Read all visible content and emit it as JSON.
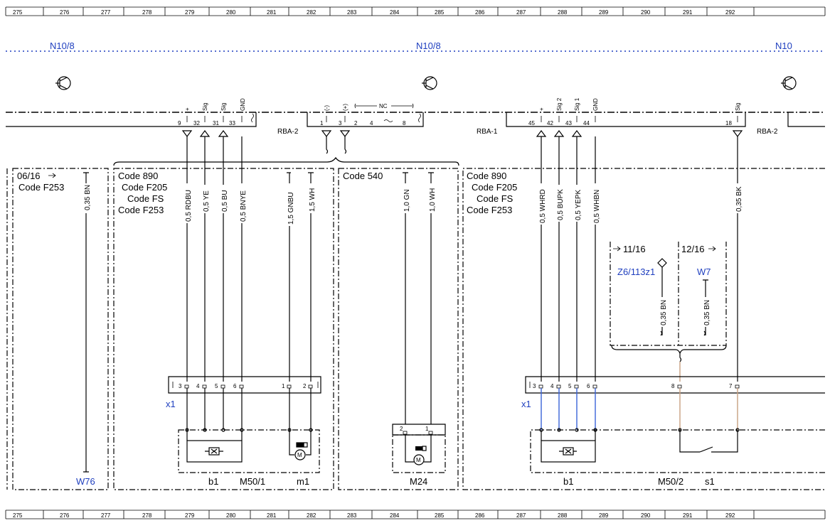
{
  "grid": [
    "275",
    "276",
    "277",
    "278",
    "279",
    "280",
    "281",
    "282",
    "283",
    "284",
    "285",
    "286",
    "287",
    "288",
    "289",
    "290",
    "291",
    "292"
  ],
  "units": {
    "left": "N10/8",
    "center": "N10/8",
    "right": "N10"
  },
  "connectors": {
    "rba2_left": "RBA-2",
    "rba1": "RBA-1",
    "rba2_right": "RBA-2"
  },
  "pin_labels": {
    "p9_sig": "+",
    "p32_sig": "Sig",
    "p31_sig": "Sig",
    "p33_sig": "GND",
    "p1_sig": "(-)",
    "p3_sig": "(+)",
    "nc": "NC",
    "p45_sig": "+",
    "p42_sig": "Sig 2",
    "p43_sig": "Sig 1",
    "p44_sig": "GND",
    "p18_sig": "Sig"
  },
  "pins_top": {
    "p9": "9",
    "p32": "32",
    "p31": "31",
    "p33": "33",
    "p1": "1",
    "p3": "3",
    "p2": "2",
    "p4": "4",
    "p8": "8",
    "p45": "45",
    "p42": "42",
    "p43": "43",
    "p44": "44",
    "p18": "18"
  },
  "blocks": {
    "a": {
      "ref": "06/16",
      "code": "Code F253"
    },
    "b": {
      "codes": [
        "Code 890",
        "Code F205",
        "Code FS",
        "Code F253"
      ]
    },
    "c": {
      "code": "Code 540"
    },
    "d": {
      "codes": [
        "Code 890",
        "Code F205",
        "Code FS",
        "Code F253"
      ]
    },
    "e": {
      "ref1": "11/16",
      "ref2": "12/16",
      "comp1": "Z6/113z1",
      "comp2": "W7"
    }
  },
  "wires": {
    "w_bn_a": "0,35 BN",
    "rdbu": "0,5 RDBU",
    "ye": "0,5 YE",
    "bu": "0,5 BU",
    "bnye": "0,5 BNYE",
    "gnbu": "1,5 GNBU",
    "wh15": "1,5 WH",
    "gn10": "1,0 GN",
    "wh10": "1,0 WH",
    "whrd": "0,5 WHRD",
    "bupk": "0,5 BUPK",
    "yepk": "0,5 YEPK",
    "whbn": "0,5 WHBN",
    "bk": "0,35 BK",
    "bn_e1": "0,35 BN",
    "bn_e2": "0,35 BN"
  },
  "x1_left": {
    "label": "x1",
    "pins": [
      "3",
      "4",
      "5",
      "6",
      "1",
      "2"
    ]
  },
  "x1_right": {
    "label": "x1",
    "pins": [
      "3",
      "4",
      "5",
      "6",
      "8",
      "7"
    ]
  },
  "m24_pins": [
    "2",
    "1"
  ],
  "components": {
    "w76": "W76",
    "b1_left": "b1",
    "m50_1": "M50/1",
    "m1": "m1",
    "m24": "M24",
    "b1_right": "b1",
    "m50_2": "M50/2",
    "s1": "s1"
  },
  "colors": {
    "accent_blue": "#1f3fbf",
    "wire_blue": "#3a64d8",
    "wire_tan": "#c8a080"
  }
}
